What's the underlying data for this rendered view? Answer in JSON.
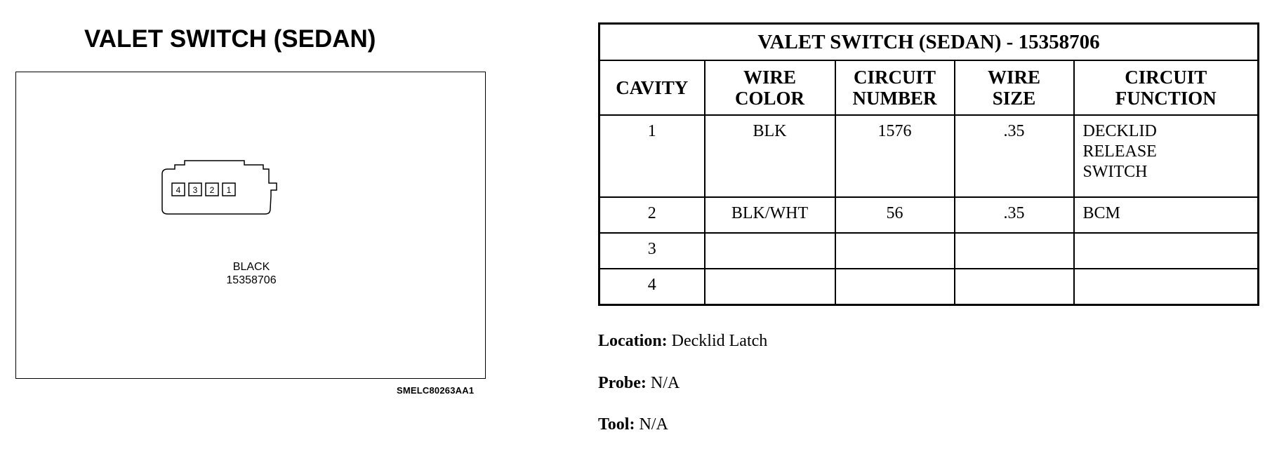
{
  "diagram": {
    "title": "VALET SWITCH (SEDAN)",
    "connector": {
      "color_label": "BLACK",
      "part_number": "15358706",
      "pins": [
        "4",
        "3",
        "2",
        "1"
      ]
    },
    "figure_code": "SMELC80263AA1"
  },
  "table": {
    "title": "VALET SWITCH (SEDAN) - 15358706",
    "headers": [
      "CAVITY",
      "WIRE\nCOLOR",
      "CIRCUIT\nNUMBER",
      "WIRE\nSIZE",
      "CIRCUIT\nFUNCTION"
    ],
    "rows": [
      [
        "1",
        "BLK",
        "1576",
        ".35",
        "DECKLID\nRELEASE\nSWITCH"
      ],
      [
        "2",
        "BLK/WHT",
        "56",
        ".35",
        "BCM"
      ],
      [
        "3",
        "",
        "",
        "",
        ""
      ],
      [
        "4",
        "",
        "",
        "",
        ""
      ]
    ]
  },
  "info": {
    "location_label": "Location:",
    "location_value": "Decklid Latch",
    "probe_label": "Probe:",
    "probe_value": "N/A",
    "tool_label": "Tool:",
    "tool_value": "N/A"
  }
}
